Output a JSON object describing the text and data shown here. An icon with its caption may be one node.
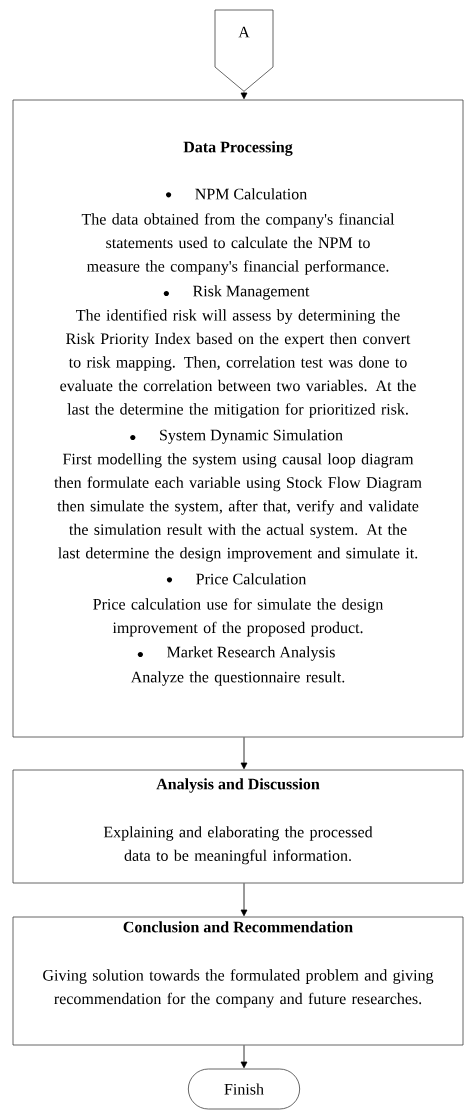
{
  "diagram": {
    "nodes": [
      {
        "text": [
          "A"
        ]
      },
      {
        "text": [
          "Data Processing",
          "NPM Calculation",
          "The data obtained from the company's financial statements used to calculate the NPM to measure the company's financial performance.",
          "Risk Management",
          "The identified risk will assess by determining the Risk Priority Index based on the expert then convert to risk mapping. Then, correlation test was done to evaluate the correlation between two variables. At the last the determine the mitigation for prioritized risk.",
          "System Dynamic Simulation",
          "First modelling the system using causal loop diagram then formulate each variable using Stock Flow Diagram then simulate the system, after that, verify and validate the simulation result with the actual system. At the last determine the design improvement and simulate it.",
          "Price Calculation",
          "Price calculation use for simulate the design improvement of the proposed product.",
          "Market Research Analysis",
          "Analyze the questionnaire result."
        ]
      },
      {
        "text": [
          "Analysis and Discussion",
          "Explaining and elaborating the processed data to be meaningful information."
        ]
      },
      {
        "text": [
          "Conclusion and Recommendation",
          "Giving solution towards the formulated problem and giving recommendation for the company and future researches."
        ]
      },
      {
        "text": [
          "Finish"
        ]
      }
    ],
    "edges": [
      {
        "from": 0,
        "to": 1,
        "arrow": "to"
      },
      {
        "from": 1,
        "to": 2,
        "arrow": "to"
      },
      {
        "from": 2,
        "to": 3,
        "arrow": "to"
      },
      {
        "from": 3,
        "to": 4,
        "arrow": "to"
      }
    ]
  }
}
